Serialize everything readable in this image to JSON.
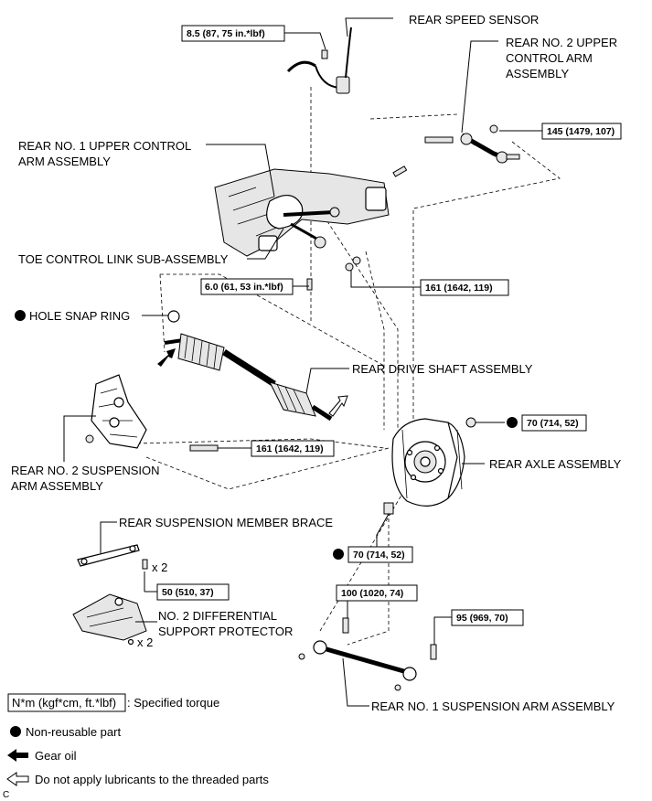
{
  "labels": {
    "rear_speed_sensor": "REAR SPEED SENSOR",
    "upper_arm2_l1": "REAR NO. 2 UPPER",
    "upper_arm2_l2": "CONTROL ARM",
    "upper_arm2_l3": "ASSEMBLY",
    "upper_arm1_l1": "REAR NO. 1 UPPER CONTROL",
    "upper_arm1_l2": "ARM ASSEMBLY",
    "toe_link": "TOE CONTROL LINK SUB-ASSEMBLY",
    "hole_snap_ring": "HOLE SNAP RING",
    "drive_shaft": "REAR DRIVE SHAFT ASSEMBLY",
    "susp_arm2_l1": "REAR NO. 2 SUSPENSION",
    "susp_arm2_l2": "ARM ASSEMBLY",
    "rear_axle": "REAR AXLE ASSEMBLY",
    "member_brace": "REAR SUSPENSION MEMBER BRACE",
    "x2_brace": "x 2",
    "diff_protector_l1": "NO. 2 DIFFERENTIAL",
    "diff_protector_l2": "SUPPORT PROTECTOR",
    "x2_protector": "x 2",
    "susp_arm1": "REAR NO. 1 SUSPENSION ARM ASSEMBLY",
    "corner_code": "C"
  },
  "torques": {
    "speed_sensor": "8.5 (87, 75 in.*lbf)",
    "upper_arm2": "145 (1479, 107)",
    "toe_link": "6.0 (61, 53 in.*lbf)",
    "toe_nut": "161 (1642, 119)",
    "axle_nut": "70 (714, 52)",
    "susp_arm2": "161 (1642, 119)",
    "axle_lower": "70 (714, 52)",
    "brace": "50 (510, 37)",
    "susp_arm1_a": "100 (1020, 74)",
    "susp_arm1_b": "95 (969, 70)"
  },
  "legend": {
    "torque_box": "N*m (kgf*cm, ft.*lbf)",
    "torque_desc": ": Specified torque",
    "non_reusable": "Non-reusable part",
    "gear_oil": "Gear oil",
    "no_lube": "Do not apply lubricants to the threaded parts"
  }
}
